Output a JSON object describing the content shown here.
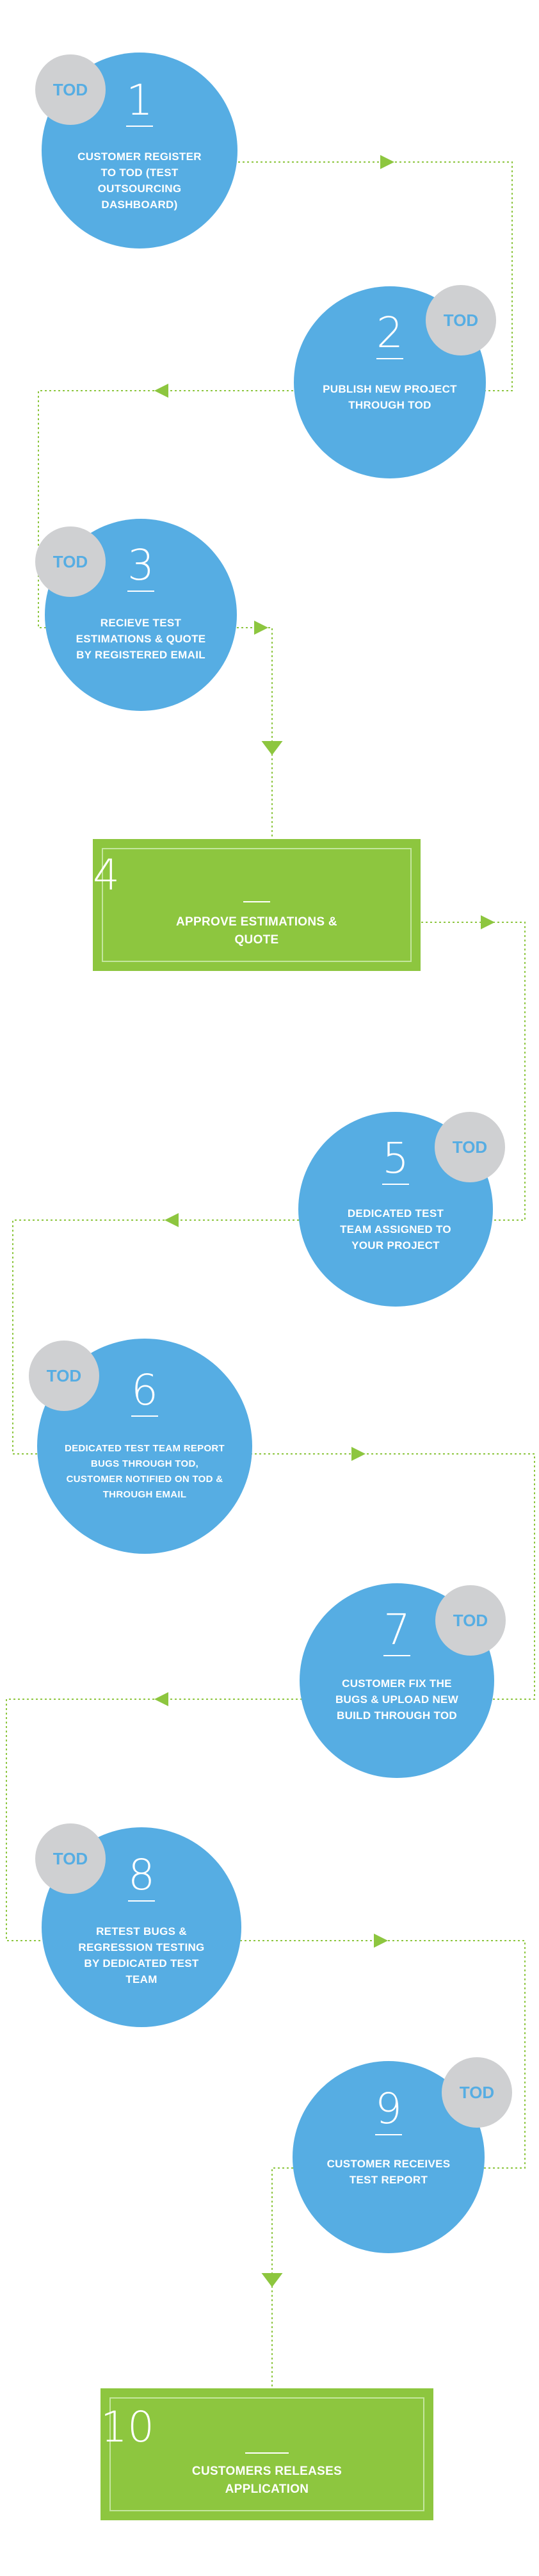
{
  "badge_text": "TOD",
  "colors": {
    "circle": "#56ade3",
    "badge": "#cfd0d2",
    "badge_text": "#56ade3",
    "box": "#8dc63f",
    "connector": "#8dc63f"
  },
  "steps": [
    {
      "number": "1",
      "label": "Customer Register to TOD (Test Outsourcing Dashboard)"
    },
    {
      "number": "2",
      "label": "Publish New Project Through TOD"
    },
    {
      "number": "3",
      "label": "Recieve Test Estimations & Quote by Registered Email"
    },
    {
      "number": "4",
      "label": "Approve Estimations & Quote"
    },
    {
      "number": "5",
      "label": "Dedicated Test Team Assigned to Your Project"
    },
    {
      "number": "6",
      "label": "Dedicated Test Team Report Bugs Through TOD, Customer Notified on TOD & Through Email"
    },
    {
      "number": "7",
      "label": "Customer Fix the Bugs & Upload New Build Through TOD"
    },
    {
      "number": "8",
      "label": "Retest Bugs & Regression Testing by Dedicated Test Team"
    },
    {
      "number": "9",
      "label": "Customer Receives Test Report"
    },
    {
      "number": "10",
      "label": "Customers Releases Application"
    }
  ]
}
